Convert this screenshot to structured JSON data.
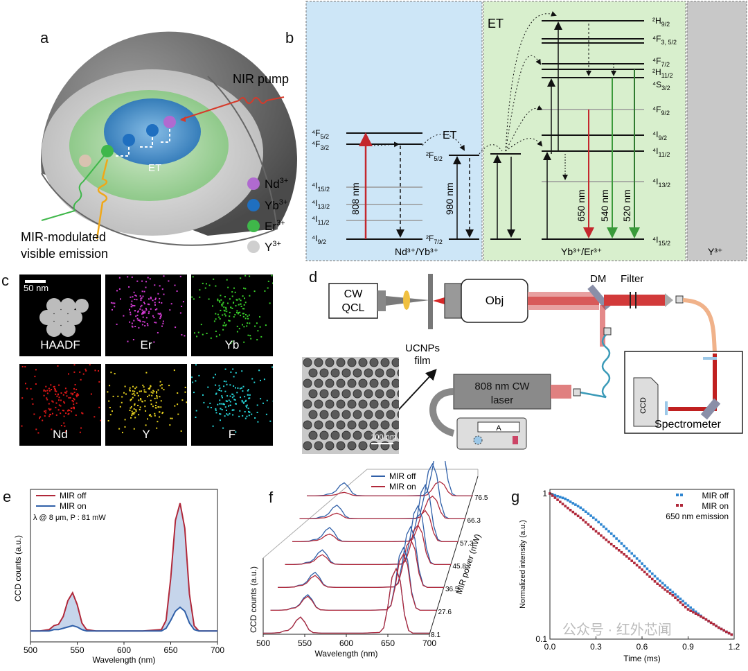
{
  "panel_labels": {
    "a": "a",
    "b": "b",
    "c": "c",
    "d": "d",
    "e": "e",
    "f": "f",
    "g": "g"
  },
  "panel_a": {
    "nir_pump": "NIR pump",
    "et": "ET",
    "emission_line1": "MIR-modulated",
    "emission_line2": "visible emission",
    "legend": [
      {
        "ion": "Nd",
        "charge": "3+",
        "color": "#b06ad0"
      },
      {
        "ion": "Yb",
        "charge": "3+",
        "color": "#1f6fc0"
      },
      {
        "ion": "Er",
        "charge": "3+",
        "color": "#3fb74a"
      },
      {
        "ion": "Y",
        "charge": "3+",
        "color": "#c8c8c8"
      }
    ]
  },
  "panel_b": {
    "et_left": "ET",
    "et_top": "ET",
    "nd_yb_label": "Nd³⁺/Yb³⁺",
    "yb_er_label": "Yb³⁺/Er³⁺",
    "y_label": "Y³⁺",
    "nm808": "808 nm",
    "nm980": "980 nm",
    "nm650": "650 nm",
    "nm540": "540 nm",
    "nm520": "520 nm",
    "nd_levels": [
      [
        "4",
        "F",
        "5/2"
      ],
      [
        "4",
        "F",
        "3/2"
      ],
      [
        "4",
        "I",
        "15/2"
      ],
      [
        "4",
        "I",
        "13/2"
      ],
      [
        "4",
        "I",
        "11/2"
      ],
      [
        "4",
        "I",
        "9/2"
      ]
    ],
    "yb_levels": [
      [
        "2",
        "F",
        "5/2"
      ],
      [
        "2",
        "F",
        "7/2"
      ]
    ],
    "er_levels": [
      [
        "2",
        "H",
        "9/2"
      ],
      [
        "4",
        "F",
        "3, 5/2"
      ],
      [
        "4",
        "F",
        "7/2"
      ],
      [
        "2",
        "H",
        "11/2"
      ],
      [
        "4",
        "S",
        "3/2"
      ],
      [
        "4",
        "F",
        "9/2"
      ],
      [
        "4",
        "I",
        "9/2"
      ],
      [
        "4",
        "I",
        "11/2"
      ],
      [
        "4",
        "I",
        "13/2"
      ],
      [
        "4",
        "I",
        "15/2"
      ]
    ]
  },
  "panel_c": {
    "scale": "50 nm",
    "tiles": [
      {
        "name": "HAADF",
        "color": "#d8d8d8"
      },
      {
        "name": "Er",
        "color": "#d23ad2"
      },
      {
        "name": "Yb",
        "color": "#39d02a"
      },
      {
        "name": "Nd",
        "color": "#e01818"
      },
      {
        "name": "Y",
        "color": "#e8d21e"
      },
      {
        "name": "F",
        "color": "#26d4d8"
      }
    ]
  },
  "panel_d": {
    "cw": "CW",
    "qcl": "QCL",
    "obj": "Obj",
    "dm": "DM",
    "filter": "Filter",
    "ucnps": "UCNPs",
    "film": "film",
    "laser_line1": "808 nm CW",
    "laser_line2": "laser",
    "amp": "A",
    "ccd": "CCD",
    "spectrometer": "Spectrometer",
    "tem_scale": "100 nm"
  },
  "panel_e": {
    "ylabel": "CCD counts (a.u.)",
    "xlabel": "Wavelength (nm)",
    "xticks": [
      "500",
      "550",
      "600",
      "650",
      "700"
    ],
    "legend_off": "MIR off",
    "legend_on": "MIR on",
    "condition": "λ @ 8 μm, P : 81 mW"
  },
  "panel_f": {
    "ylabel": "CCD counts (a.u.)",
    "xlabel": "Wavelength (nm)",
    "zlabel": "MIR power (mW)",
    "xticks": [
      "500",
      "550",
      "600",
      "650",
      "700"
    ],
    "powers": [
      "8.1",
      "27.6",
      "36.5",
      "45.8",
      "57.3",
      "66.3",
      "76.5"
    ],
    "legend_off": "MIR off",
    "legend_on": "MIR on"
  },
  "panel_g": {
    "ylabel": "Normalized intensity (a.u.)",
    "xlabel": "Time (ms)",
    "xticks": [
      "0.0",
      "0.3",
      "0.6",
      "0.9",
      "1.2"
    ],
    "yticks": [
      "1",
      "0.1"
    ],
    "legend_off": "MIR off",
    "legend_on": "MIR on",
    "legend_note": "650 nm emission"
  },
  "watermark": "公众号 · 红外芯闻",
  "colors": {
    "mir_off": "#b0283a",
    "mir_on": "#2f5fa8",
    "fill": "#b8cbe6",
    "panel_b_left": "#cde6f7",
    "panel_b_mid": "#d8efcd",
    "panel_b_right": "#c8c8c8",
    "decay_off": "#2e86d1",
    "decay_on": "#b0283a"
  },
  "chart_data": [
    {
      "type": "line",
      "id": "e",
      "title": "",
      "xlabel": "Wavelength (nm)",
      "ylabel": "CCD counts (a.u.)",
      "xlim": [
        500,
        700
      ],
      "x": [
        500,
        510,
        520,
        525,
        530,
        535,
        540,
        545,
        550,
        555,
        560,
        570,
        580,
        600,
        620,
        640,
        645,
        650,
        655,
        660,
        665,
        670,
        675,
        680,
        690,
        700
      ],
      "series": [
        {
          "name": "MIR off",
          "values": [
            0.02,
            0.02,
            0.03,
            0.06,
            0.07,
            0.13,
            0.25,
            0.31,
            0.22,
            0.08,
            0.03,
            0.02,
            0.02,
            0.02,
            0.02,
            0.03,
            0.1,
            0.42,
            0.86,
            0.99,
            0.8,
            0.3,
            0.06,
            0.02,
            0.02,
            0.02
          ]
        },
        {
          "name": "MIR on",
          "values": [
            0.02,
            0.02,
            0.02,
            0.03,
            0.03,
            0.04,
            0.05,
            0.06,
            0.05,
            0.03,
            0.02,
            0.02,
            0.02,
            0.02,
            0.02,
            0.02,
            0.04,
            0.1,
            0.17,
            0.2,
            0.17,
            0.08,
            0.03,
            0.02,
            0.02,
            0.02
          ]
        }
      ]
    },
    {
      "type": "line",
      "id": "f",
      "title": "",
      "xlabel": "Wavelength (nm)",
      "ylabel": "CCD counts (a.u.)",
      "zlabel": "MIR power (mW)",
      "xlim": [
        500,
        700
      ],
      "z": [
        8.1,
        27.6,
        36.5,
        45.8,
        57.3,
        66.3,
        76.5
      ]
    },
    {
      "type": "scatter",
      "id": "g",
      "title": "",
      "xlabel": "Time (ms)",
      "ylabel": "Normalized intensity (a.u.)",
      "xlim": [
        0,
        1.2
      ],
      "ylim": [
        0.1,
        1
      ],
      "yscale": "log",
      "series": [
        {
          "name": "MIR off",
          "x": [
            0,
            0.1,
            0.2,
            0.3,
            0.4,
            0.5,
            0.6,
            0.7,
            0.8,
            0.9,
            1.0,
            1.1,
            1.2
          ],
          "values": [
            1.0,
            0.92,
            0.8,
            0.66,
            0.53,
            0.42,
            0.33,
            0.26,
            0.21,
            0.17,
            0.14,
            0.12,
            0.105
          ]
        },
        {
          "name": "MIR on",
          "x": [
            0,
            0.1,
            0.2,
            0.3,
            0.4,
            0.5,
            0.6,
            0.7,
            0.8,
            0.9,
            1.0,
            1.1,
            1.2
          ],
          "values": [
            1.0,
            0.82,
            0.68,
            0.55,
            0.45,
            0.37,
            0.3,
            0.24,
            0.2,
            0.16,
            0.14,
            0.12,
            0.105
          ]
        }
      ]
    }
  ]
}
